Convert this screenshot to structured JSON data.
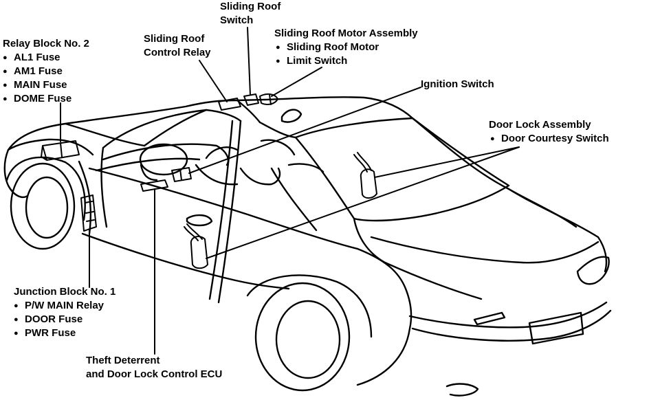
{
  "labels": {
    "relay_block": {
      "title": "Relay Block No. 2",
      "items": [
        "AL1  Fuse",
        "AM1  Fuse",
        "MAIN Fuse",
        "DOME Fuse"
      ]
    },
    "sliding_roof_switch": {
      "lines": [
        "Sliding Roof",
        "Switch"
      ]
    },
    "sliding_roof_control_relay": {
      "lines": [
        "Sliding Roof",
        "Control Relay"
      ]
    },
    "sliding_roof_motor_assembly": {
      "title": "Sliding Roof Motor Assembly",
      "items": [
        "Sliding Roof Motor",
        "Limit Switch"
      ]
    },
    "ignition_switch": {
      "title": "Ignition Switch"
    },
    "door_lock_assembly": {
      "title": "Door Lock Assembly",
      "items": [
        "Door Courtesy Switch"
      ]
    },
    "junction_block": {
      "title": "Junction Block No. 1",
      "items": [
        "P/W MAIN Relay",
        "DOOR Fuse",
        "PWR Fuse"
      ]
    },
    "theft_deterrent_ecu": {
      "lines": [
        "Theft Deterrent",
        "and Door Lock Control ECU"
      ]
    }
  },
  "colors": {
    "ink": "#000000",
    "paper": "#ffffff"
  }
}
